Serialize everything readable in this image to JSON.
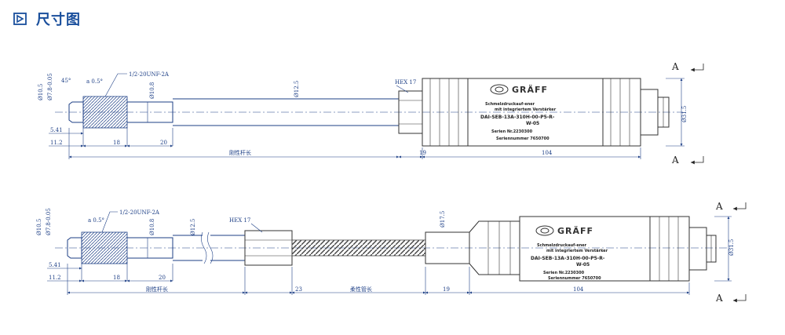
{
  "header": {
    "title": "尺寸图",
    "icon": "document-arrow-icon"
  },
  "colors": {
    "accent": "#1a4f9c",
    "line": "#1d3f86"
  },
  "section_marker": "A",
  "top": {
    "dims": {
      "d105": "Ø10.5",
      "d78": "Ø7.8-0.05",
      "chamfer45": "45°",
      "a05": "a 0.5°",
      "thread": "1/2-20UNF-2A",
      "d108": "Ø10.8",
      "d125": "Ø12.5",
      "hex": "HEX 17",
      "d315": "Ø31.5",
      "l541": "5.41",
      "l112": "11.2",
      "l18": "18",
      "l20": "20",
      "l19": "19",
      "l104": "104",
      "rod": "刚性杆长"
    },
    "label": {
      "brand": "GRÄFF",
      "line1": "Schmelzdruckauf-ener",
      "line2": "mit integriertem Verstärker",
      "line3": "DAI-SEB-13A-310H-00-P5-R-",
      "line4": "W-05",
      "line5": "Serien Nr.2230300",
      "line6": "Seriennummer 7650700"
    }
  },
  "bottom": {
    "dims": {
      "d105": "Ø10.5",
      "d78": "Ø7.8-0.05",
      "a05": "a 0.5°",
      "thread": "1/2-20UNF-2A",
      "d108": "Ø10.8",
      "d125": "Ø12.5",
      "hex": "HEX 17",
      "d175": "Ø17.5",
      "d315": "Ø31.5",
      "l541": "5.41",
      "l112": "11.2",
      "l18": "18",
      "l20": "20",
      "l23": "23",
      "l19": "19",
      "l104": "104",
      "rod": "刚性杆长",
      "flex": "柔性管长"
    },
    "label": {
      "brand": "GRÄFF",
      "line1": "Schmelzdruckauf-ener",
      "line2": "mit integriertem Verstärker",
      "line3": "DAI-SEB-13A-310H-00-P5-R-",
      "line4": "W-05",
      "line5": "Serien Nr.2230300",
      "line6": "Seriennummer 7650700"
    }
  }
}
